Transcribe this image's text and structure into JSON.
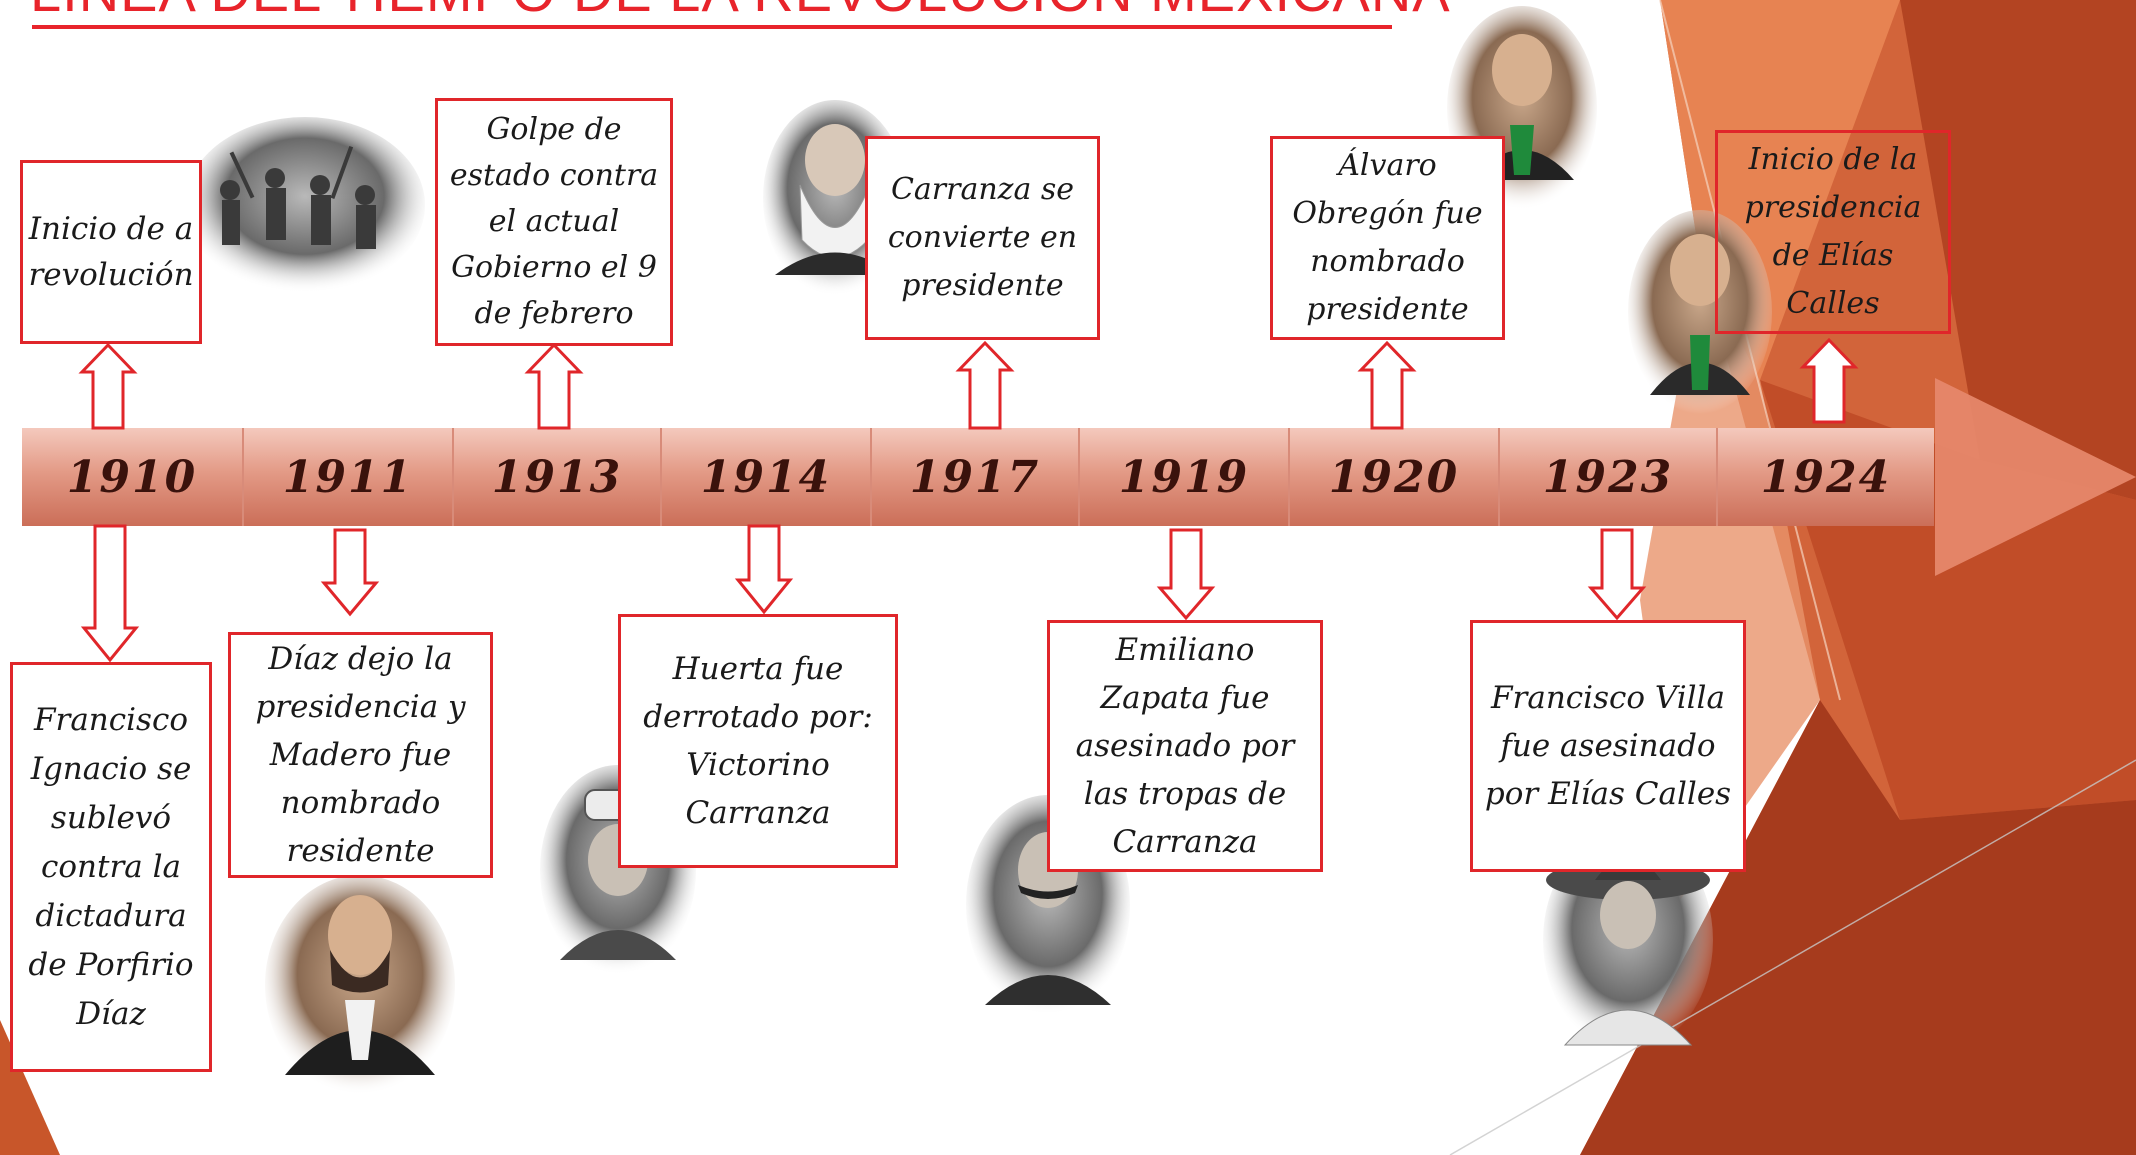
{
  "title": "LÍNEA DEL TIEMPO DE LA REVOLUCIÓN MEXICANA",
  "colors": {
    "accent_red": "#e0262a",
    "title_red": "#e8242b",
    "timeline_fill": "#e39a86",
    "background_orange": "#c8562a"
  },
  "timeline": {
    "years": [
      "1910",
      "1911",
      "1913",
      "1914",
      "1917",
      "1919",
      "1920",
      "1923",
      "1924"
    ]
  },
  "events_top": {
    "e1910": "Inicio de a revolución",
    "e1913": "Golpe de estado contra el actual Gobierno el 9 de febrero",
    "e1917": "Carranza se convierte en presidente",
    "e1920": "Álvaro Obregón fue nombrado presidente",
    "e1924": "Inicio de la presidencia de Elías Calles"
  },
  "events_bottom": {
    "e1910": "Francisco Ignacio se sublevó contra la dictadura de Porfirio Díaz",
    "e1911": "Díaz dejo la presidencia y Madero fue nombrado residente",
    "e1914": "Huerta fue derrotado por: Victorino Carranza",
    "e1919": "Emiliano Zapata fue asesinado por las tropas de Carranza",
    "e1923": "Francisco Villa fue asesinado por Elías Calles"
  },
  "icons": {
    "arrow_up": "hollow-up-arrow-icon",
    "arrow_down": "hollow-down-arrow-icon",
    "timeline_arrow": "timeline-arrowhead"
  }
}
